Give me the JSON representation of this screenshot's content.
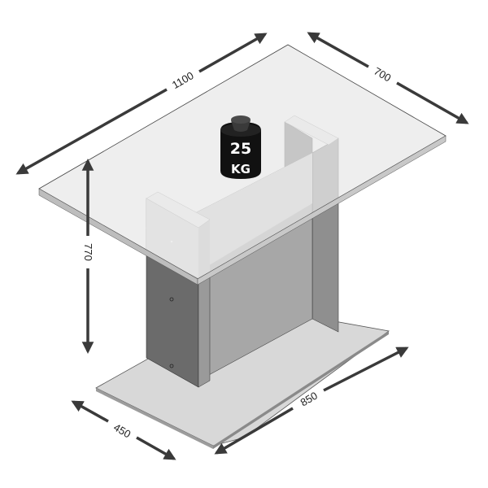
{
  "diagram": {
    "subject": "dining table with glass top and pedestal base",
    "units": "mm",
    "dimensions": {
      "top_length": "1100",
      "top_depth": "700",
      "height": "770",
      "base_depth": "450",
      "base_length": "850"
    },
    "load_badge": {
      "value": "25",
      "unit": "KG"
    },
    "colors": {
      "arrow": "#3a3a3a",
      "glass_top": "#ececec",
      "glass_edge": "#bdbdbd",
      "pedestal_light": "#d4d4d4",
      "pedestal_mid": "#a9a9a9",
      "pedestal_dark": "#6e6e6e",
      "base_plate": "#d8d8d8",
      "weight_body": "#111111"
    }
  }
}
